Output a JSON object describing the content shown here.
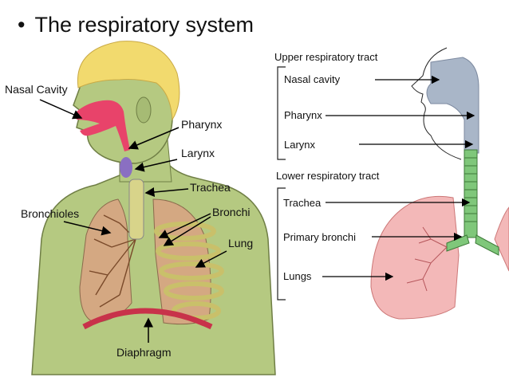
{
  "title": "The respiratory system",
  "left_diagram": {
    "labels": {
      "nasal_cavity": "Nasal Cavity",
      "pharynx": "Pharynx",
      "larynx": "Larynx",
      "trachea": "Trachea",
      "bronchioles": "Bronchioles",
      "bronchi": "Bronchi",
      "lung": "Lung",
      "diaphragm": "Diaphragm"
    }
  },
  "right_diagram": {
    "upper_heading": "Upper respiratory tract",
    "upper_items": [
      "Nasal cavity",
      "Pharynx",
      "Larynx"
    ],
    "lower_heading": "Lower respiratory tract",
    "lower_items": [
      "Trachea",
      "Primary bronchi",
      "Lungs"
    ]
  },
  "colors": {
    "skin": "#b5c981",
    "hair": "#f2da6e",
    "airway_red": "#e8436a",
    "lung_left": "#d4a882",
    "trachea_rings": "#d8d48a",
    "diaphragm": "#c8324a",
    "right_airway": "#a9b6c8",
    "right_trachea": "#7fc77a",
    "right_lung": "#f3b8b8"
  }
}
